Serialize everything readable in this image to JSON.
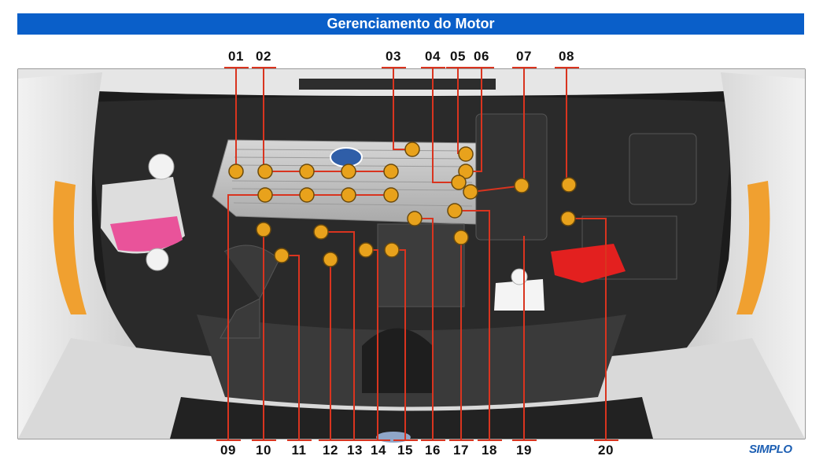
{
  "title": "Gerenciamento do Motor",
  "brand": "SIMPLO",
  "colors": {
    "title_bar": "#0a5fc9",
    "callout_line": "#d9341f",
    "callout_dot": "#e8a21c",
    "red_cap": "#e3201f",
    "coolant": "#e9539a"
  },
  "labels_top": [
    "01",
    "02",
    "03",
    "04",
    "05",
    "06",
    "07",
    "08"
  ],
  "labels_bottom": [
    "09",
    "10",
    "11",
    "12",
    "13",
    "14",
    "15",
    "16",
    "17",
    "18",
    "19",
    "20"
  ]
}
